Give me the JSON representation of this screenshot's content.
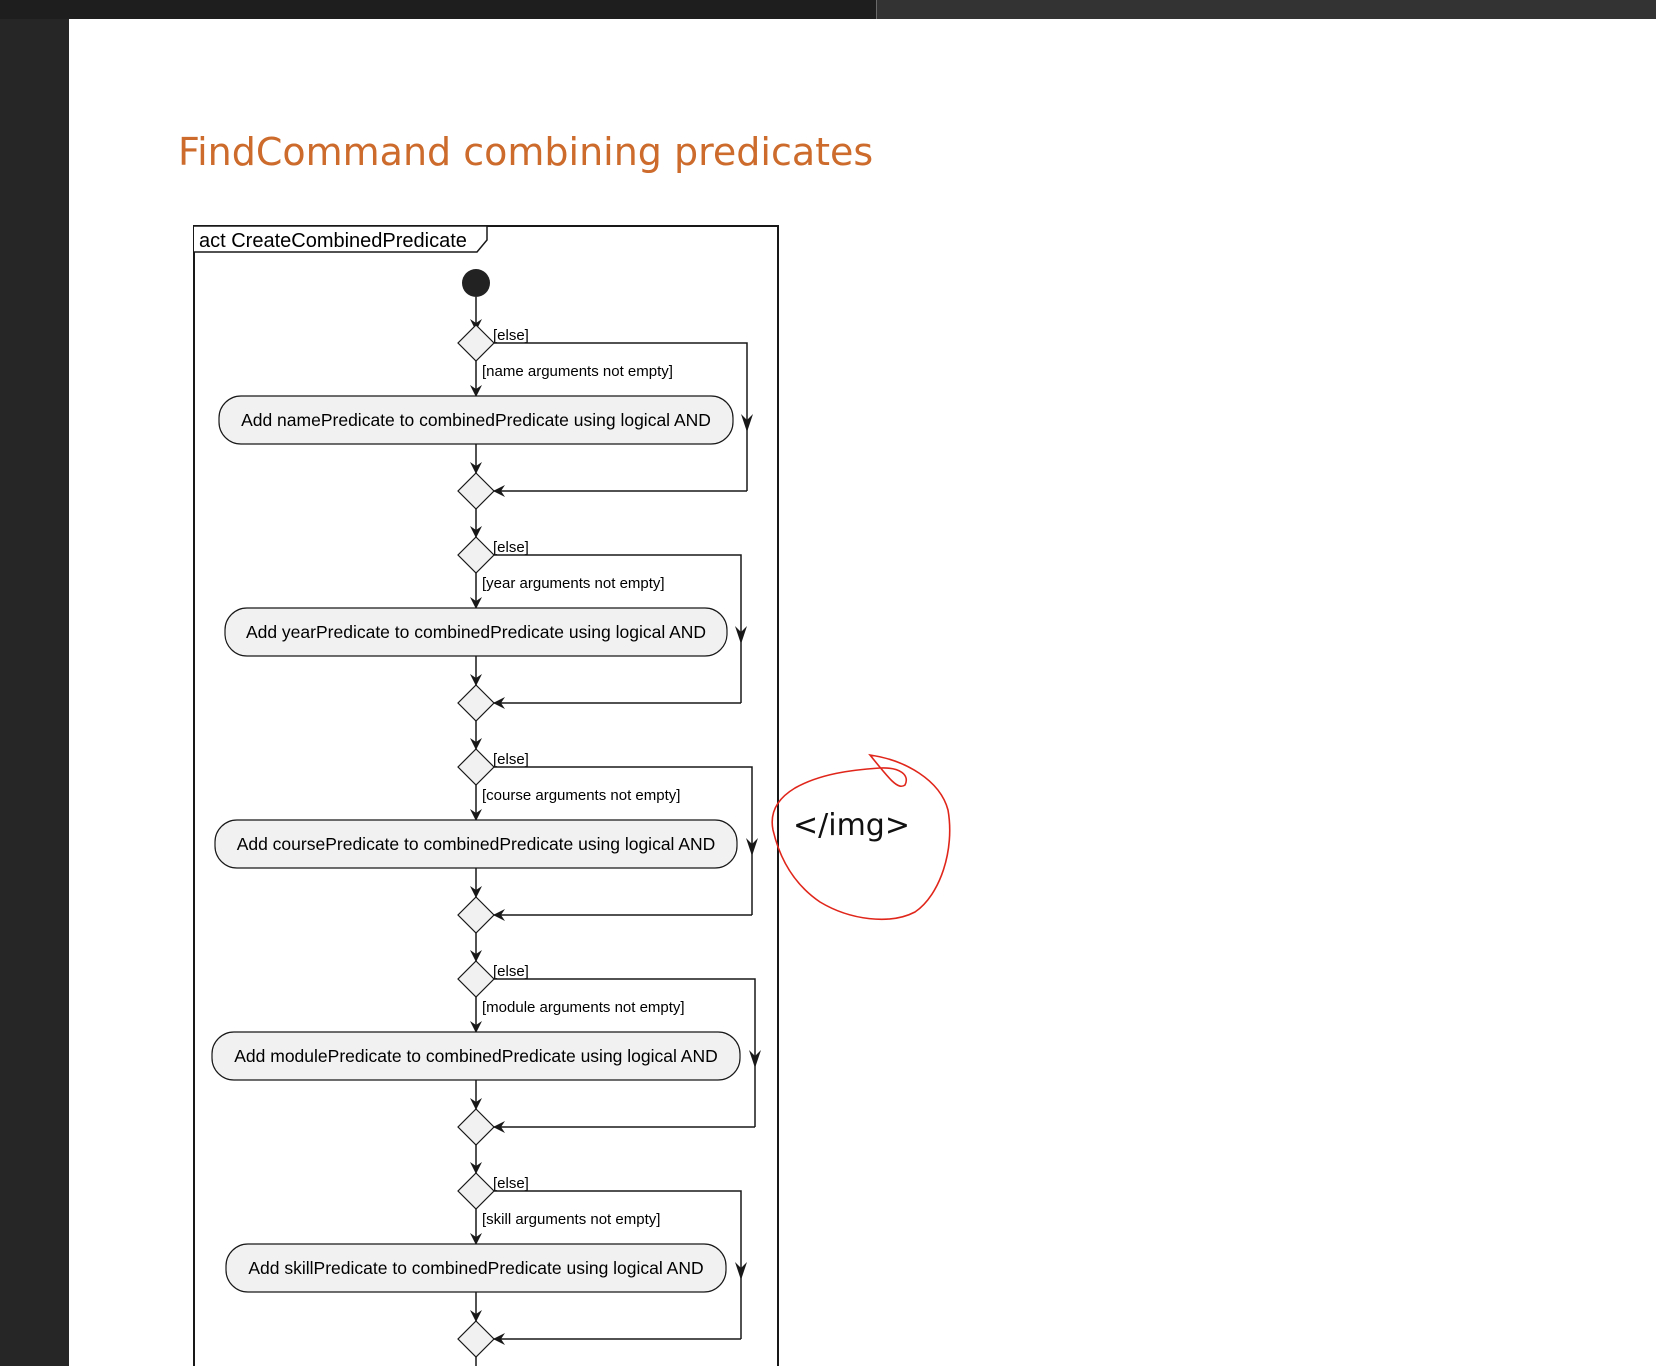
{
  "page": {
    "title": "FindCommand combining predicates"
  },
  "diagram": {
    "frame_label": "act CreateCombinedPredicate",
    "branches": [
      {
        "else_label": "[else]",
        "guard": "[name arguments not empty]",
        "action": "Add namePredicate to combinedPredicate using logical AND"
      },
      {
        "else_label": "[else]",
        "guard": "[year arguments not empty]",
        "action": "Add yearPredicate to combinedPredicate using logical AND"
      },
      {
        "else_label": "[else]",
        "guard": "[course arguments not empty]",
        "action": "Add coursePredicate to combinedPredicate using logical AND"
      },
      {
        "else_label": "[else]",
        "guard": "[module arguments not empty]",
        "action": "Add modulePredicate to combinedPredicate using logical AND"
      },
      {
        "else_label": "[else]",
        "guard": "[skill arguments not empty]",
        "action": "Add skillPredicate to combinedPredicate using logical AND"
      }
    ]
  },
  "annotation": {
    "text": "</img>",
    "color": "#e0261b"
  },
  "colors": {
    "title": "#cc6b2c",
    "action_fill": "#f1f1f1",
    "action_stroke": "#181818",
    "decision_fill": "#f1f1f1"
  }
}
